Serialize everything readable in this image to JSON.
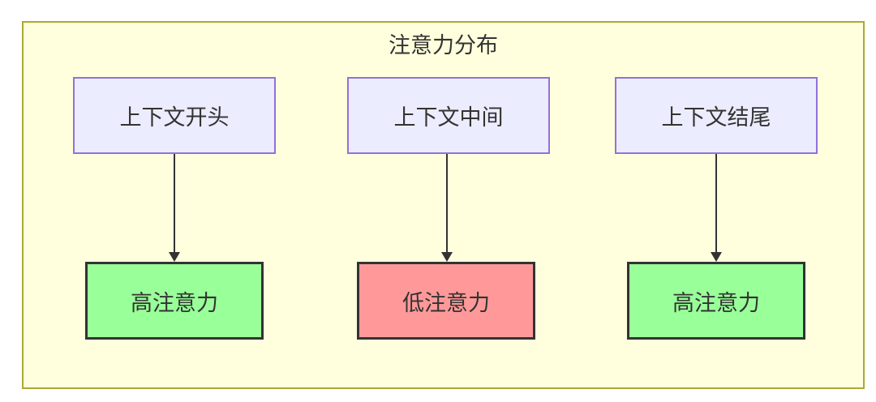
{
  "diagram": {
    "title": "注意力分布",
    "columns": [
      {
        "source_label": "上下文开头",
        "result_label": "高注意力",
        "attention": "high"
      },
      {
        "source_label": "上下文中间",
        "result_label": "低注意力",
        "attention": "low"
      },
      {
        "source_label": "上下文结尾",
        "result_label": "高注意力",
        "attention": "high"
      }
    ],
    "colors": {
      "container_bg": "#ffffde",
      "container_border": "#aaaa33",
      "source_fill": "#ececff",
      "source_border": "#9370db",
      "high_fill": "#99ff99",
      "low_fill": "#ff9999",
      "result_border": "#333333",
      "text": "#333333",
      "arrow": "#333333"
    }
  }
}
